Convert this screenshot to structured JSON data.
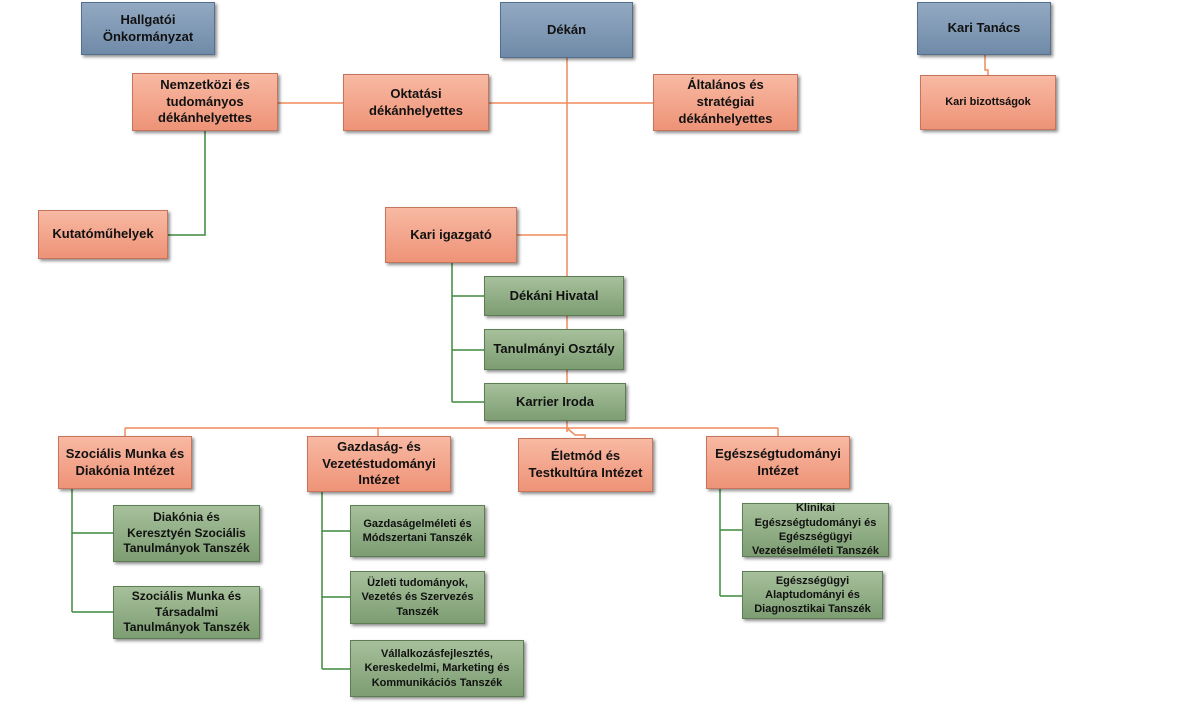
{
  "colors": {
    "leadership": "#7f97b3",
    "deputy": "#f4a78e",
    "unit": "#8fad83",
    "line_orange": "#f08a5d",
    "line_green": "#3e8a3e"
  },
  "top": {
    "student_union": "Hallgatói Önkormányzat",
    "dean": "Dékán",
    "faculty_council": "Kari Tanács"
  },
  "deputies": {
    "international": "Nemzetközi és tudományos dékánhelyettes",
    "education": "Oktatási dékánhelyettes",
    "general": "Általános és stratégiai dékánhelyettes",
    "committees": "Kari bizottságok",
    "workshops": "Kutatóműhelyek",
    "director": "Kari igazgató"
  },
  "offices": {
    "deans_office": "Dékáni Hivatal",
    "study_dept": "Tanulmányi Osztály",
    "career": "Karrier Iroda"
  },
  "institutes": {
    "social": "Szociális Munka és Diakónia Intézet",
    "economics": "Gazdaság- és Vezetéstudományi Intézet",
    "lifestyle": "Életmód és Testkultúra Intézet",
    "health": "Egészségtudományi Intézet"
  },
  "departments": {
    "social_1": "Diakónia és Keresztyén Szociális Tanulmányok Tanszék",
    "social_2": "Szociális Munka és Társadalmi Tanulmányok Tanszék",
    "econ_1": "Gazdaságelméleti és Módszertani Tanszék",
    "econ_2": "Üzleti tudományok, Vezetés és Szervezés Tanszék",
    "econ_3": "Vállalkozásfejlesztés, Kereskedelmi, Marketing és Kommunikációs Tanszék",
    "health_1": "Klinikai Egészségtudományi és Egészségügyi Vezetéselméleti Tanszék",
    "health_2": "Egészségügyi Alaptudományi és Diagnosztikai Tanszék"
  }
}
